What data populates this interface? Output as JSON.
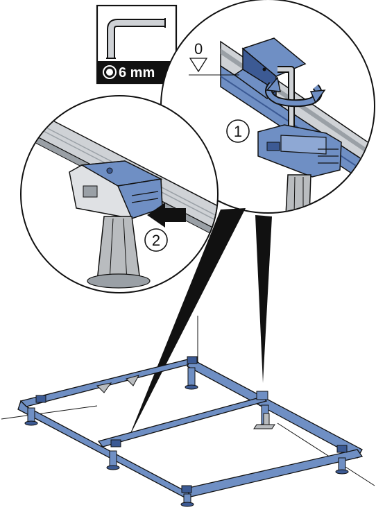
{
  "tool_box": {
    "size_label": "6 mm",
    "icon": "hex-key-icon"
  },
  "zero_mark": {
    "label": "0",
    "icon": "triangle-down-icon"
  },
  "steps": [
    {
      "label": "1"
    },
    {
      "label": "2"
    }
  ],
  "colors": {
    "blue_part": "#6f8fc4",
    "blue_dark": "#3c5a94",
    "rail_gray": "#cfd2d6",
    "leg_gray": "#b9bcbf",
    "outline": "#111111"
  }
}
